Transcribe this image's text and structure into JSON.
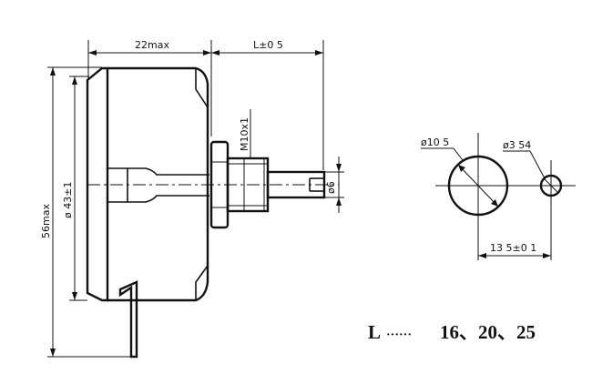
{
  "dimensions": {
    "width": "22max",
    "shaft_length": "L±0 5",
    "thread": "M10x1",
    "height": "56max",
    "body_diameter": "ø 43±1",
    "shaft_diameter": "ø6",
    "hole_large": "ø10 5",
    "hole_small": "ø3 54",
    "hole_spacing": "13 5±0 1"
  },
  "note": {
    "letter": "L",
    "dots": "······",
    "values": "16、20、25"
  }
}
